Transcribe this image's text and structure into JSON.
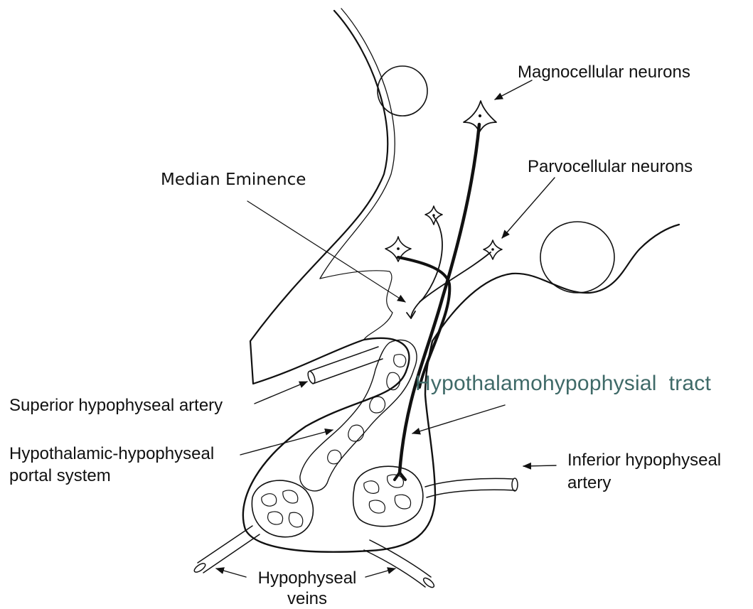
{
  "diagram": {
    "labels": {
      "magnocellular": "Magnocellular neurons",
      "parvocellular": "Parvocellular neurons",
      "median_eminence": "Median Eminence",
      "hypothalamohypophysial_tract": "Hypothalamohypophysial  tract",
      "superior_artery": "Superior hypophyseal artery",
      "portal_line1": "Hypothalamic-hypophyseal",
      "portal_line2": "portal system",
      "inferior_line1": "Inferior hypophyseal",
      "inferior_line2": "artery",
      "veins_line1": "Hypophyseal",
      "veins_line2": "veins"
    },
    "colors": {
      "line": "#111111",
      "tract_label": "#3f6a68"
    }
  }
}
